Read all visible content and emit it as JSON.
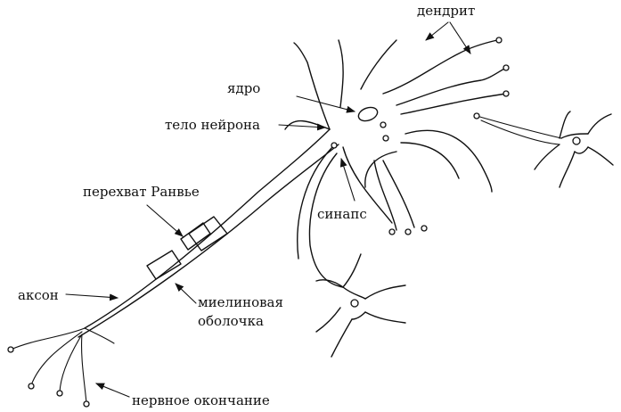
{
  "labels": {
    "dendrite": "дендрит",
    "nucleus": "ядро",
    "cell_body": "тело нейрона",
    "synapse": "синапс",
    "node_of_ranvier": "перехват Ранвье",
    "axon": "аксон",
    "myelin_sheath_line1": "миелиновая",
    "myelin_sheath_line2": "оболочка",
    "nerve_ending": "нервное окончание"
  },
  "colors": {
    "ink": "#111111",
    "background": "#ffffff"
  }
}
